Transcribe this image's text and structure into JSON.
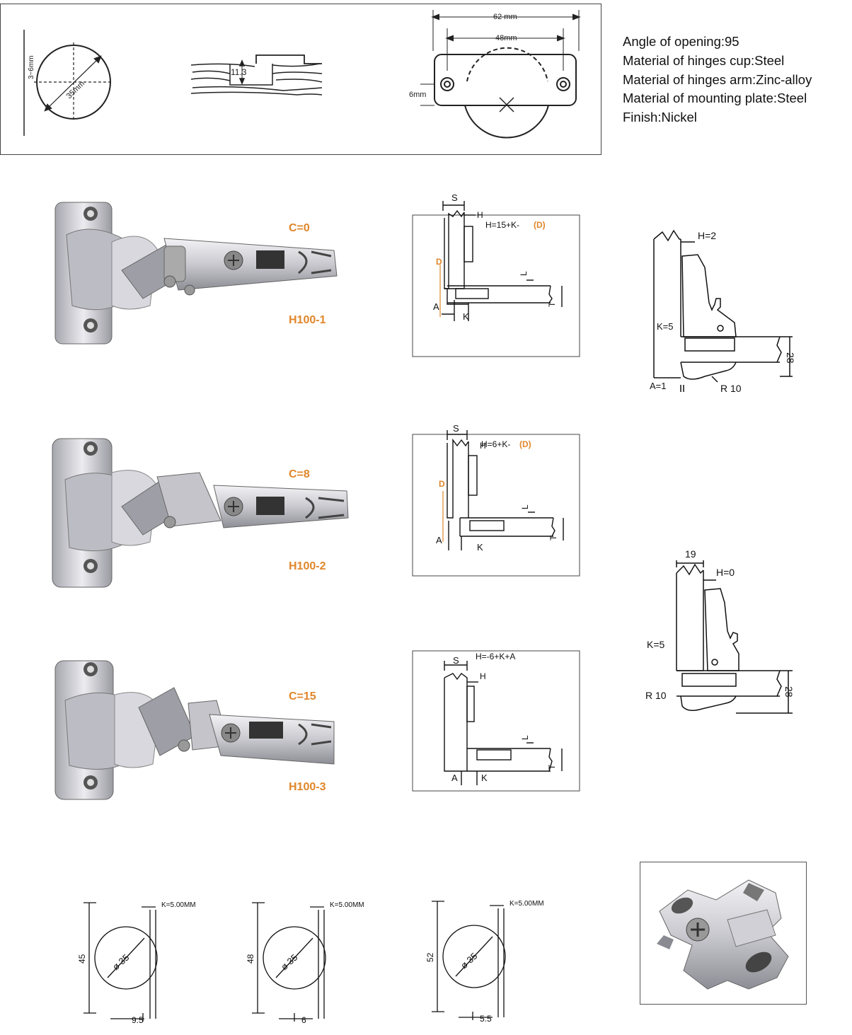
{
  "top_diagram": {
    "depth_label": "3~6mm",
    "diameter_label": "35mm",
    "cup_depth_label": "11.3",
    "width_62_label": "62 mm",
    "width_48_label": "48mm",
    "offset_label": "6mm"
  },
  "specs": [
    "Angle of opening:95",
    "Material of hinges cup:Steel",
    "Material of hinges arm:Zinc-alloy",
    "Material of mounting plate:Steel",
    "Finish:Nickel"
  ],
  "hinges": [
    {
      "c_label": "C=0",
      "model": "H100-1",
      "formula": "H=15+K-",
      "formula_d": "(D)"
    },
    {
      "c_label": "C=8",
      "model": "H100-2",
      "formula": "H=6+K-",
      "formula_d": "(D)"
    },
    {
      "c_label": "C=15",
      "model": "H100-3",
      "formula": "H=-6+K+A",
      "formula_d": ""
    }
  ],
  "install_labels": {
    "s": "S",
    "h": "H",
    "d": "D",
    "a": "A",
    "k": "K",
    "l": "L",
    "t": "T"
  },
  "side_diagram_1": {
    "h": "H=2",
    "k": "K=5",
    "a": "A=1",
    "r": "R 10",
    "t": "28"
  },
  "side_diagram_2": {
    "w": "19",
    "h": "H=0",
    "k": "K=5",
    "r": "R 10",
    "t": "28"
  },
  "drill_patterns": [
    {
      "height": "45",
      "k": "K=5.00MM",
      "dia": "ø 35",
      "offset": "9.5"
    },
    {
      "height": "48",
      "k": "K=5.00MM",
      "dia": "ø 35",
      "offset": "6"
    },
    {
      "height": "52",
      "k": "K=5.00MM",
      "dia": "ø 35",
      "offset": "5.5"
    }
  ],
  "colors": {
    "accent_orange": "#e0862a",
    "line": "#222222",
    "metal_light": "#e4e4e8",
    "metal_dark": "#8a8a92"
  }
}
